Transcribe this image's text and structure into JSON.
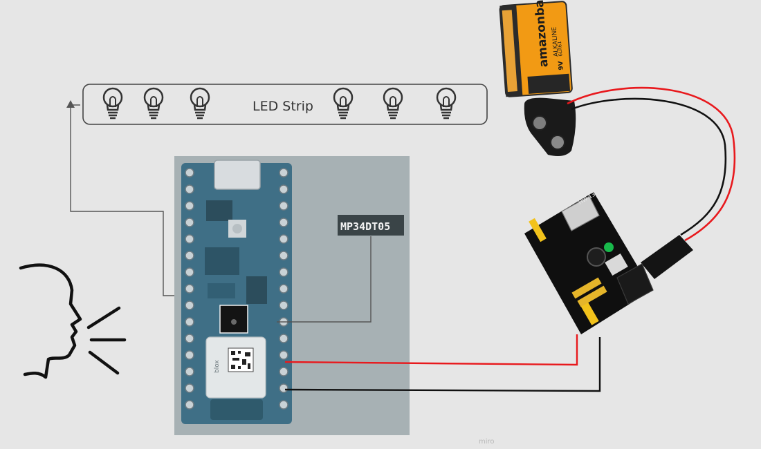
{
  "diagram": {
    "strip_label": "LED Strip",
    "mic_label": "MP34DT05",
    "battery": {
      "brand": "amazonbasics",
      "type": "ALKALINE",
      "voltage": "9V",
      "model": "6LR61"
    },
    "power_module_label": "HW-131",
    "board_module_text": "blox",
    "watermark": "miro"
  },
  "colors": {
    "background": "#e6e6e6",
    "wire_red": "#e8191d",
    "wire_black": "#111111",
    "connector_line": "#555555",
    "board_overlay": "#a7b1b4",
    "board_pcb": "#3f6f86",
    "battery_orange": "#f29a14"
  }
}
